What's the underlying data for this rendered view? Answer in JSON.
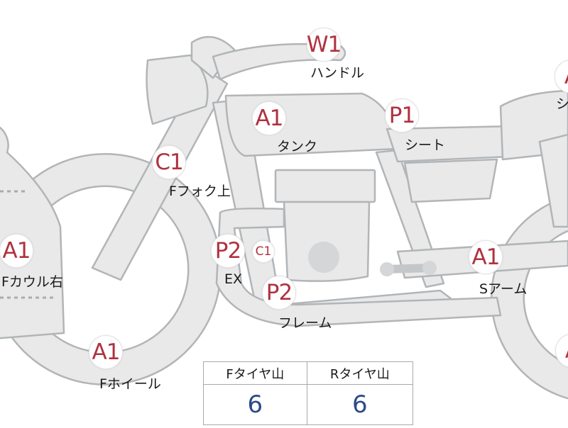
{
  "parts": [
    {
      "id": "handle",
      "code": "W1",
      "label": "ハンドル"
    },
    {
      "id": "tank",
      "code": "A1",
      "label": "タンク"
    },
    {
      "id": "seat",
      "code": "P1",
      "label": "シート"
    },
    {
      "id": "fork-upper",
      "code": "C1",
      "label": "Fフォク上"
    },
    {
      "id": "front-cowl-right",
      "code": "A1",
      "label": "Fカウル右"
    },
    {
      "id": "exhaust",
      "code": "P2",
      "label": "EX"
    },
    {
      "id": "exhaust-sub",
      "code": "C1",
      "label": ""
    },
    {
      "id": "frame",
      "code": "P2",
      "label": "フレーム"
    },
    {
      "id": "swing-arm",
      "code": "A1",
      "label": "Sアーム"
    },
    {
      "id": "front-wheel",
      "code": "A1",
      "label": "Fホイール"
    },
    {
      "id": "rear-top-partial",
      "code": "A",
      "label": "シ"
    },
    {
      "id": "rear-bottom-partial",
      "code": "A",
      "label": ""
    }
  ],
  "tyre_table": {
    "headers": [
      "Fタイヤ山",
      "Rタイヤ山"
    ],
    "values": [
      "6",
      "6"
    ]
  },
  "colors": {
    "code_text": "#b0323f",
    "value_text": "#2c4a8c",
    "bike_fill": "#e8e9e8",
    "bike_outline": "#b2b5b8"
  }
}
